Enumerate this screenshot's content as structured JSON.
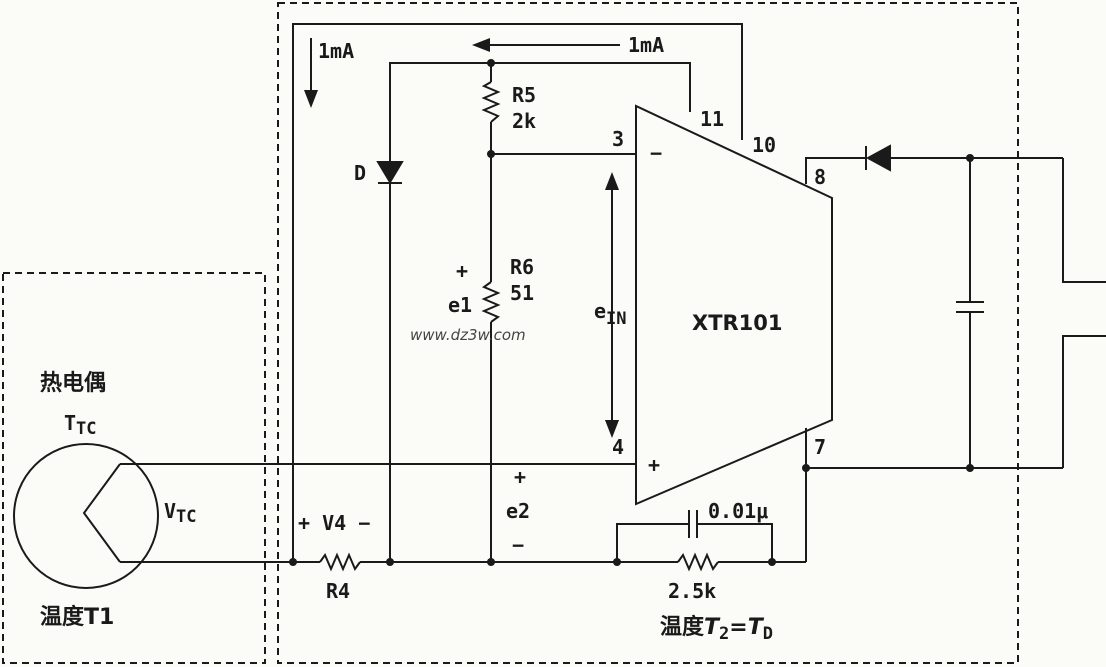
{
  "chip": {
    "name": "XTR101"
  },
  "pins": {
    "p3": "3",
    "p4": "4",
    "p7": "7",
    "p8": "8",
    "p10": "10",
    "p11": "11"
  },
  "signs": {
    "minus": "−",
    "plus": "+"
  },
  "currents": {
    "left": "1mA",
    "top": "1mA"
  },
  "components": {
    "r5_name": "R5",
    "r5_value": "2k",
    "r6_name": "R6",
    "r6_value": "51",
    "r4_name": "R4",
    "rt_value": "2.5k",
    "cap_value": "0.01μ",
    "diode": "D"
  },
  "voltages": {
    "e1": "e1",
    "e2": "e2",
    "ein_main": "e",
    "ein_sub": "IN",
    "v4": "+ V4 −",
    "vtc_main": "V",
    "vtc_sub": "TC",
    "ttc_main": "T",
    "ttc_sub": "TC"
  },
  "text": {
    "thermocouple": "热电偶",
    "temp_t1": "温度T1",
    "temp_t2_prefix": "温度",
    "temp_t2_T": "T",
    "temp_t2_sub2": "2",
    "temp_t2_eq": "=",
    "temp_t2_TD": "T",
    "temp_t2_subD": "D",
    "watermark": "www.dz3w.com"
  }
}
